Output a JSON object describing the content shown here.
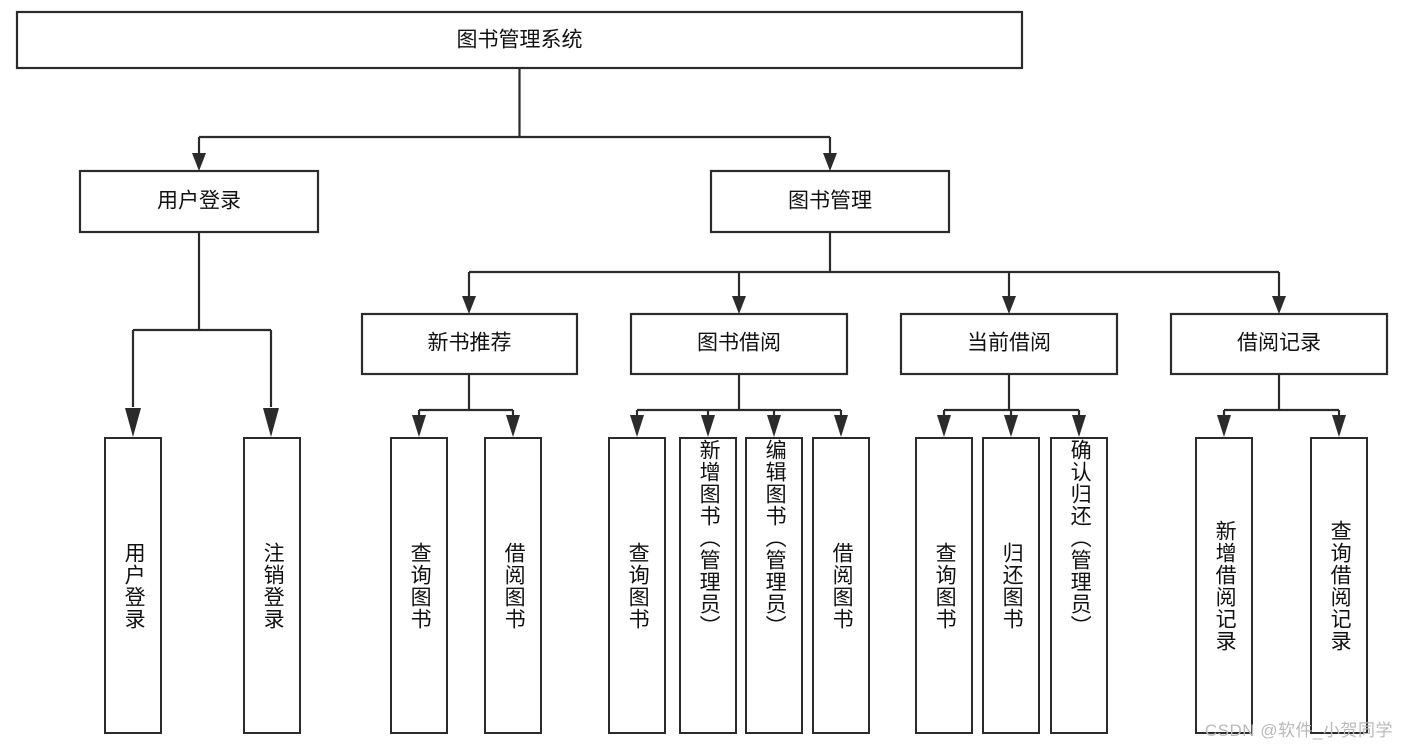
{
  "diagram": {
    "type": "tree",
    "title": "图书管理系统",
    "watermark": "CSDN @软件_小贺同学",
    "colors": {
      "stroke": "#2b2b2b",
      "fill": "#ffffff",
      "text": "#111111",
      "watermark": "#b9b9b9",
      "background": "#ffffff"
    },
    "levels": {
      "root": {
        "label": "图书管理系统"
      },
      "level2": [
        {
          "label": "用户登录"
        },
        {
          "label": "图书管理"
        }
      ],
      "level3": [
        {
          "label": "新书推荐"
        },
        {
          "label": "图书借阅"
        },
        {
          "label": "当前借阅"
        },
        {
          "label": "借阅记录"
        }
      ],
      "leaves": [
        {
          "label": "用户登录",
          "parent": "用户登录",
          "centered": false
        },
        {
          "label": "注销登录",
          "parent": "用户登录",
          "centered": false
        },
        {
          "label": "查询图书",
          "parent": "新书推荐",
          "centered": true
        },
        {
          "label": "借阅图书",
          "parent": "新书推荐",
          "centered": true
        },
        {
          "label": "查询图书",
          "parent": "图书借阅",
          "centered": true
        },
        {
          "label": "新增图书（管理员）",
          "parent": "图书借阅",
          "centered": false
        },
        {
          "label": "编辑图书（管理员）",
          "parent": "图书借阅",
          "centered": false
        },
        {
          "label": "借阅图书",
          "parent": "图书借阅",
          "centered": true
        },
        {
          "label": "查询图书",
          "parent": "当前借阅",
          "centered": true
        },
        {
          "label": "归还图书",
          "parent": "当前借阅",
          "centered": true
        },
        {
          "label": "确认归还（管理员）",
          "parent": "当前借阅",
          "centered": false
        },
        {
          "label": "新增借阅记录",
          "parent": "借阅记录",
          "centered": true
        },
        {
          "label": "查询借阅记录",
          "parent": "借阅记录",
          "centered": true
        }
      ]
    }
  }
}
